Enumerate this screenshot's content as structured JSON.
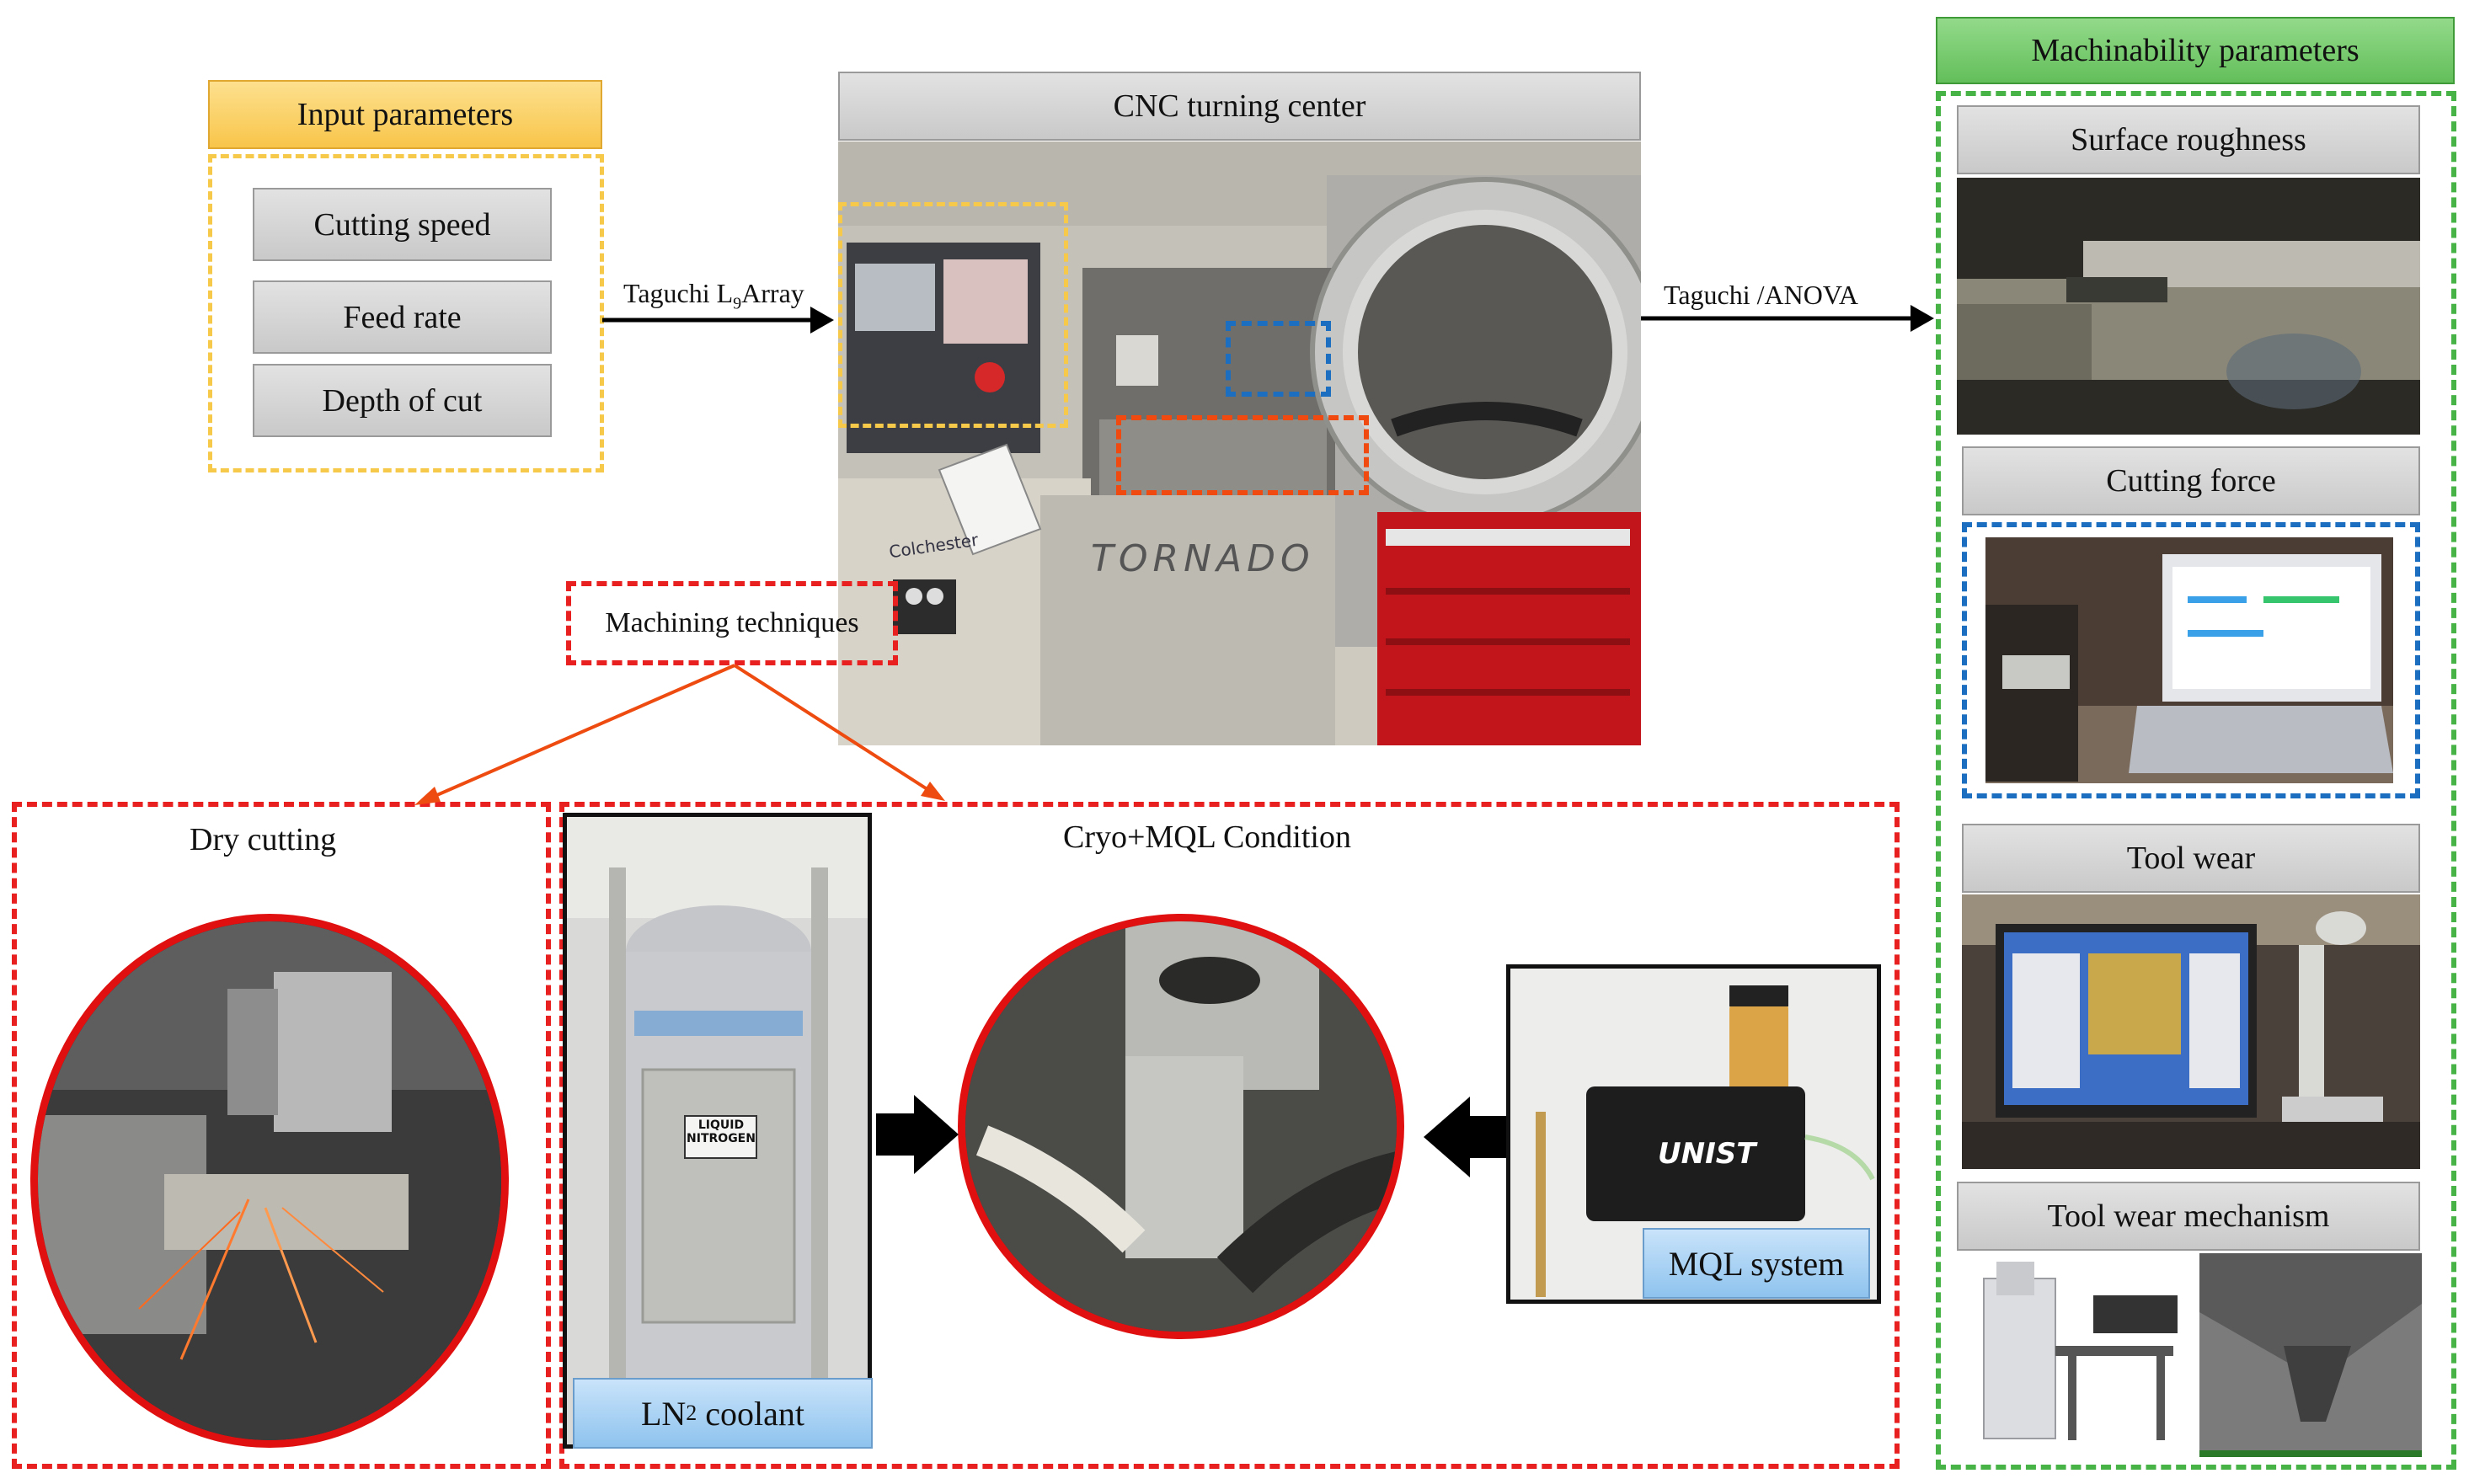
{
  "input": {
    "header": "Input parameters",
    "items": [
      "Cutting speed",
      "Feed rate",
      "Depth of cut"
    ]
  },
  "cnc": {
    "header": "CNC turning center",
    "brand": "Colchester",
    "model": "TORNADO"
  },
  "arrows": {
    "taguchi_array_prefix": "Taguchi L",
    "taguchi_array_sub": "9",
    "taguchi_array_suffix": "Array",
    "taguchi_anova": "Taguchi /ANOVA"
  },
  "machinability": {
    "header": "Machinability parameters",
    "items": [
      "Surface roughness",
      "Cutting force",
      "Tool wear",
      "Tool wear mechanism"
    ]
  },
  "techniques": {
    "label": "Machining techniques",
    "dry": "Dry cutting",
    "cryo": "Cryo+MQL Condition",
    "ln2_prefix": "LN",
    "ln2_sub": "2",
    "ln2_suffix": " coolant",
    "mql": "MQL system",
    "tank_sign": "LIQUID NITROGEN",
    "mql_brand": "UNIST"
  },
  "colors": {
    "input_header": "#fcd36a",
    "machinability_header": "#77cc6e",
    "yellow_dash": "#f6c94a",
    "green_dash": "#47b347",
    "red_dash": "#e82020",
    "blue_dash": "#1c6fc0"
  }
}
